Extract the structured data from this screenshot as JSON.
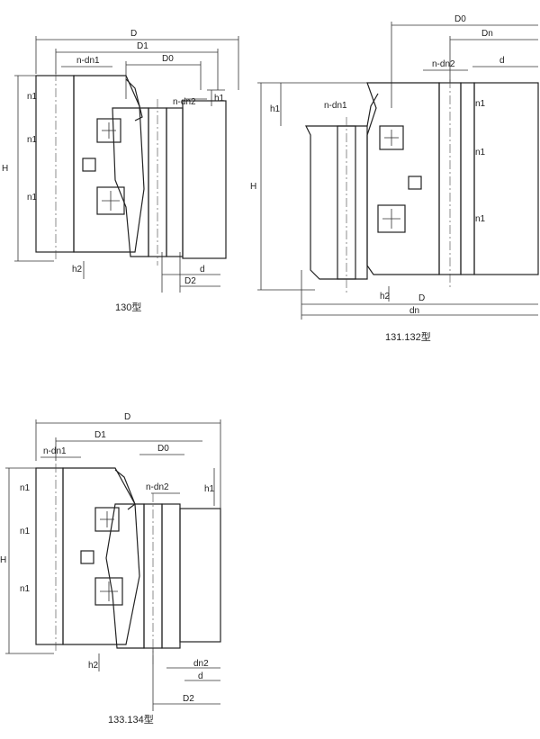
{
  "labels": {
    "D": "D",
    "D1": "D1",
    "D0": "D0",
    "D2": "D2",
    "Dn": "Dn",
    "d": "d",
    "dn": "dn",
    "dn2": "dn2",
    "H": "H",
    "h1": "h1",
    "h2": "h2",
    "n1": "n1",
    "n_dn1": "n-dn1",
    "n_dn2": "n-dn2"
  },
  "captions": {
    "type130": "130型",
    "type131_132": "131.132型",
    "type133_134": "133.134型"
  }
}
